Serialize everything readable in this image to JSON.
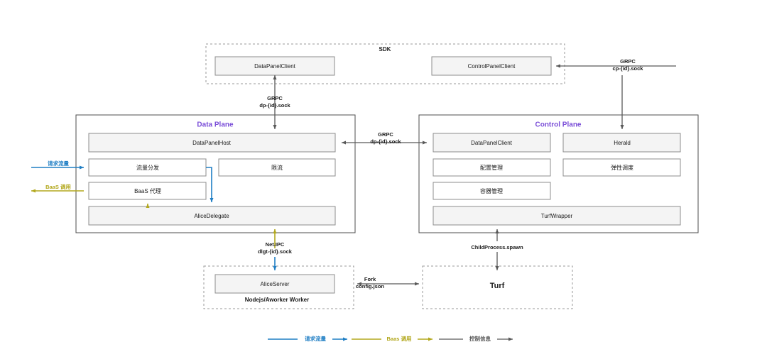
{
  "title": "Serverless Runtime Architecture Diagram",
  "colors": {
    "request_flow": "#1f7ec4",
    "baas_call": "#b3a81e",
    "control_info": "#595959",
    "plane_title": "#7b4fd8",
    "box_gray": "#f4f4f4",
    "box_border": "#8c8c8c"
  },
  "sdk": {
    "title": "SDK",
    "boxes": [
      {
        "label": "DataPanelClient"
      },
      {
        "label": "ControlPanelClient"
      }
    ]
  },
  "data_plane": {
    "title": "Data Plane",
    "boxes": [
      {
        "label": "DataPanelHost"
      },
      {
        "label": "流量分发"
      },
      {
        "label": "限流"
      },
      {
        "label": "BaaS 代理"
      },
      {
        "label": "AliceDelegate"
      }
    ]
  },
  "control_plane": {
    "title": "Control Plane",
    "boxes": [
      {
        "label": "DataPanelClient"
      },
      {
        "label": "Herald"
      },
      {
        "label": "配置管理"
      },
      {
        "label": "弹性调度"
      },
      {
        "label": "容器管理"
      },
      {
        "label": "TurfWrapper"
      }
    ]
  },
  "worker": {
    "title": "Nodejs/Aworker Worker",
    "boxes": [
      {
        "label": "AliceServer"
      }
    ]
  },
  "turf": {
    "title": "Turf"
  },
  "edges": {
    "sdk_cp_grpc_line1": "GRPC",
    "sdk_cp_grpc_line2": "cp-{id}.sock",
    "sdk_dp_grpc_line1": "GRPC",
    "sdk_dp_grpc_line2": "dp-{id}.sock",
    "dp_cp_grpc_line1": "GRPC",
    "dp_cp_grpc_line2": "dp-{id}.sock",
    "delegate_ipc_line1": "Net.IPC",
    "delegate_ipc_line2": "dlgt-{id}.sock",
    "childprocess_spawn": "ChildProcess.spawn",
    "fork_line1": "Fork",
    "fork_line2": "config.json",
    "ingress_request": "请求流量",
    "egress_baas": "BaaS 调用"
  },
  "legend": {
    "items": [
      {
        "label": "请求流量",
        "color": "#1f7ec4"
      },
      {
        "label": "Baas 调用",
        "color": "#b3a81e"
      },
      {
        "label": "控制信息",
        "color": "#595959"
      }
    ]
  }
}
